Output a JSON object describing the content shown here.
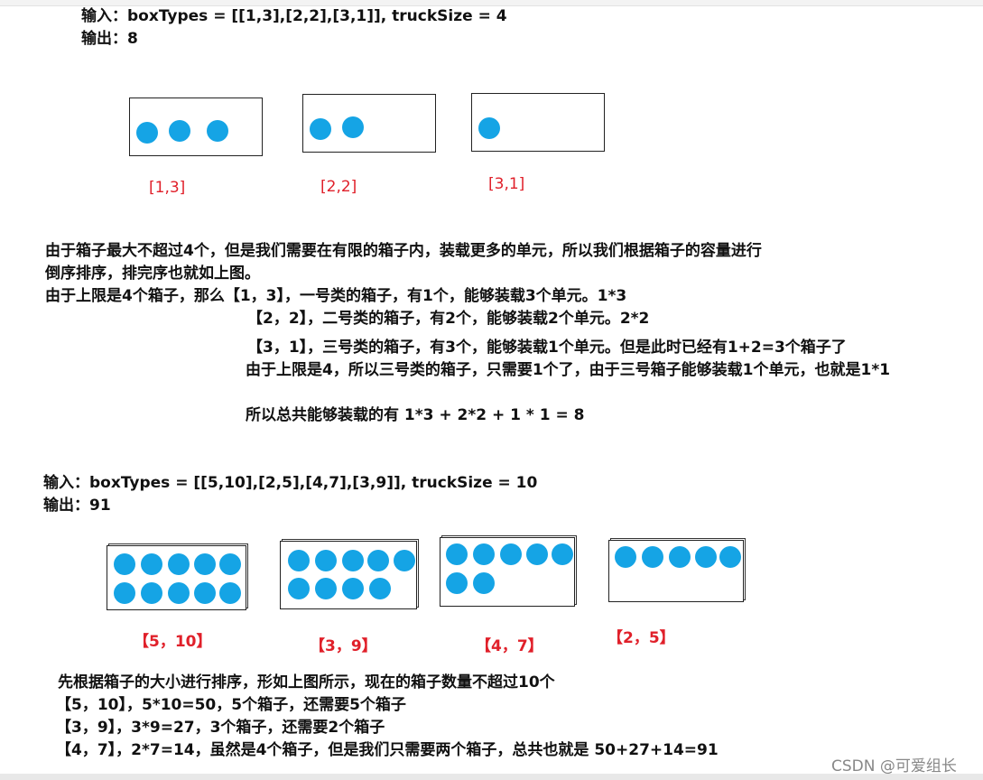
{
  "example1": {
    "input_line": "输入：boxTypes = [[1,3],[2,2],[3,1]], truckSize = 4",
    "output_line": "输出：8",
    "box_labels": [
      "[1,3]",
      "[2,2]",
      "[3,1]"
    ],
    "box_units": [
      3,
      2,
      1
    ]
  },
  "explanation1": [
    "由于箱子最大不超过4个，但是我们需要在有限的箱子内，装载更多的单元，所以我们根据箱子的容量进行",
    "倒序排序，排完序也就如上图。",
    "由于上限是4个箱子，那么【1，3】，一号类的箱子，有1个，能够装载3个单元。1*3",
    "【2，2】，二号类的箱子，有2个，能够装载2个单元。2*2",
    "【3，1】，三号类的箱子，有3个，能够装载1个单元。但是此时已经有1+2=3个箱子了",
    "由于上限是4，所以三号类的箱子，只需要1个了，由于三号箱子能够装载1个单元，也就是1*1",
    "所以总共能够装载的有 1*3 + 2*2 + 1 * 1 = 8"
  ],
  "example2": {
    "input_line": "输入：boxTypes = [[5,10],[2,5],[4,7],[3,9]], truckSize = 10",
    "output_line": "输出：91",
    "box_labels": [
      "【5，10】",
      "【3，9】",
      "【4，7】",
      "【2，5】"
    ],
    "box_units": [
      10,
      9,
      7,
      5
    ]
  },
  "explanation2": [
    "先根据箱子的大小进行排序，形如上图所示，现在的箱子数量不超过10个",
    "【5，10】，5*10=50，5个箱子，还需要5个箱子",
    "【3，9】，3*9=27，3个箱子，还需要2个箱子",
    "【4，7】，2*7=14，虽然是4个箱子，但是我们只需要两个箱子，总共也就是 50+27+14=91"
  ],
  "watermark": "CSDN @可爱组长",
  "colors": {
    "dot": "#15a4e5",
    "label": "#e0202a"
  }
}
